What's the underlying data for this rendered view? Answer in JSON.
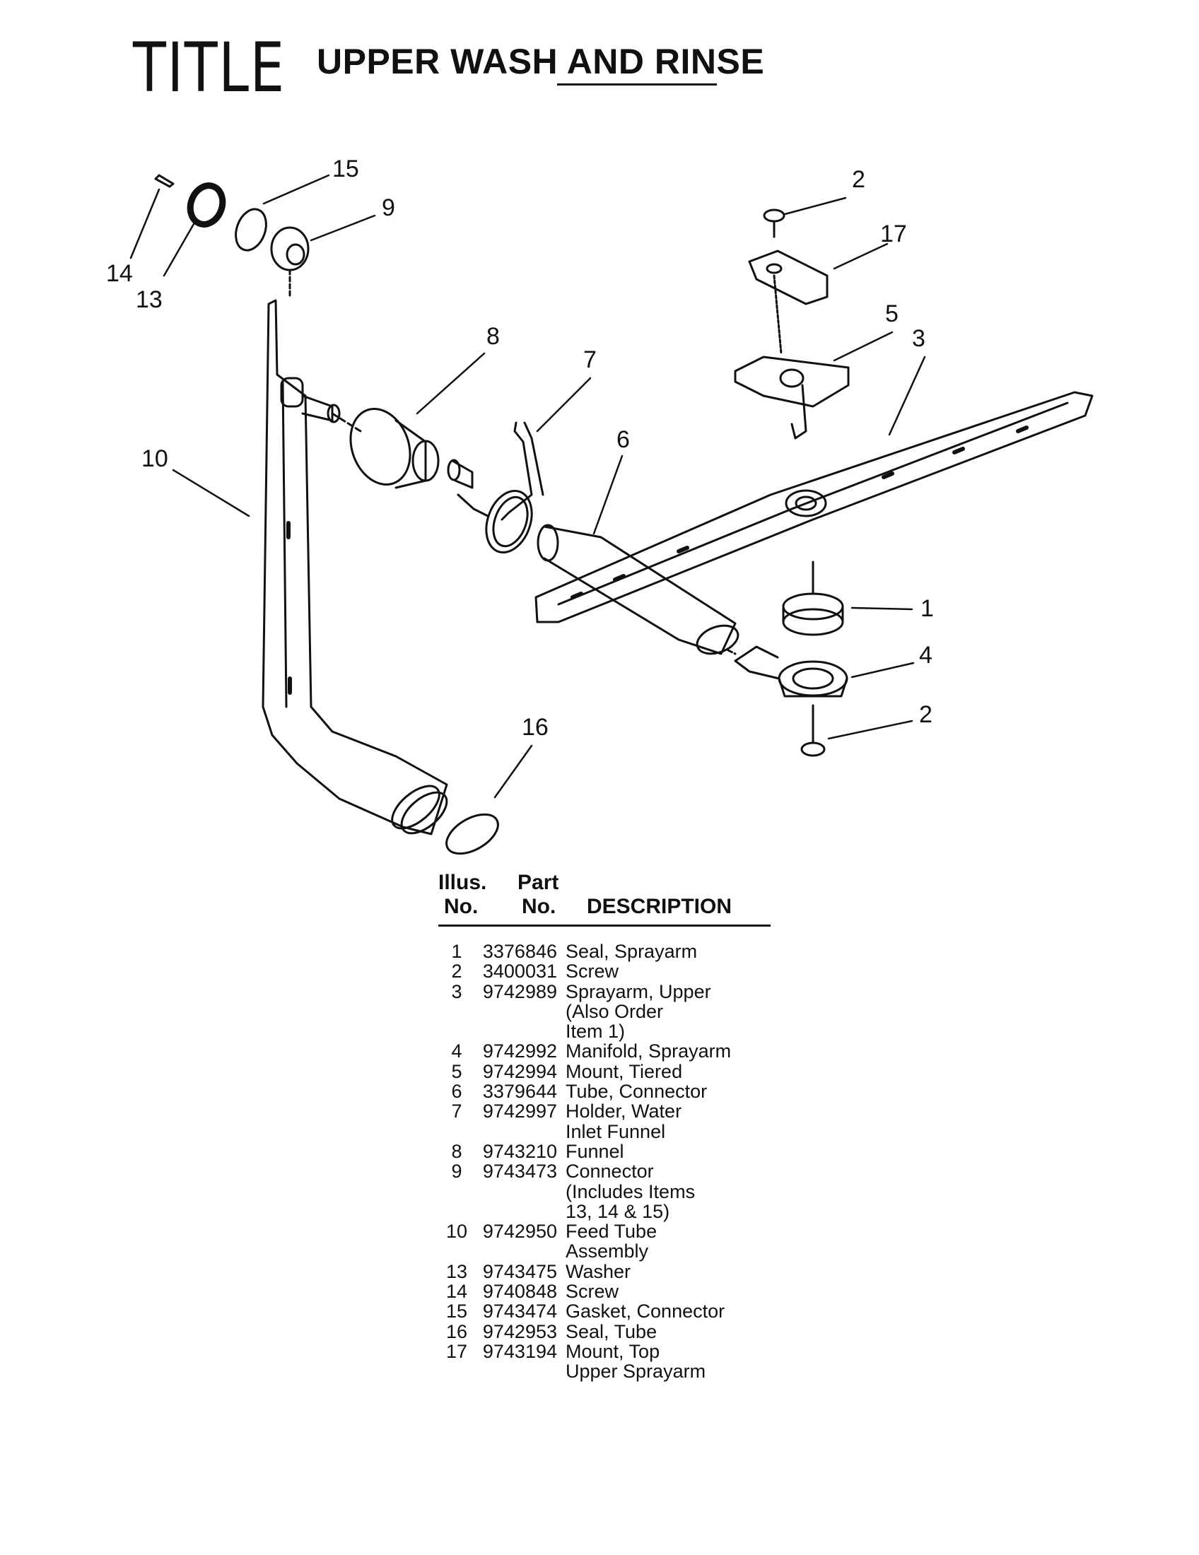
{
  "header": {
    "handwritten": "TITLE",
    "title": "UPPER WASH AND RINSE"
  },
  "callouts": [
    "15",
    "9",
    "14",
    "13",
    "2",
    "17",
    "5",
    "3",
    "8",
    "7",
    "6",
    "10",
    "1",
    "4",
    "2",
    "16"
  ],
  "table": {
    "col_illus": [
      "Illus.",
      "No."
    ],
    "col_part": [
      "Part",
      "No."
    ],
    "col_desc": "DESCRIPTION",
    "rows": [
      {
        "no": "1",
        "part": "3376846",
        "desc": [
          "Seal, Sprayarm"
        ]
      },
      {
        "no": "2",
        "part": "3400031",
        "desc": [
          "Screw"
        ]
      },
      {
        "no": "3",
        "part": "9742989",
        "desc": [
          "Sprayarm, Upper",
          "(Also Order",
          "Item 1)"
        ]
      },
      {
        "no": "4",
        "part": "9742992",
        "desc": [
          "Manifold, Sprayarm"
        ]
      },
      {
        "no": "5",
        "part": "9742994",
        "desc": [
          "Mount, Tiered"
        ]
      },
      {
        "no": "6",
        "part": "3379644",
        "desc": [
          "Tube, Connector"
        ]
      },
      {
        "no": "7",
        "part": "9742997",
        "desc": [
          "Holder, Water",
          "Inlet Funnel"
        ]
      },
      {
        "no": "8",
        "part": "9743210",
        "desc": [
          "Funnel"
        ]
      },
      {
        "no": "9",
        "part": "9743473",
        "desc": [
          "Connector",
          "(Includes Items",
          "13, 14 & 15)"
        ]
      },
      {
        "no": "10",
        "part": "9742950",
        "desc": [
          "Feed Tube",
          "Assembly"
        ]
      },
      {
        "no": "13",
        "part": "9743475",
        "desc": [
          "Washer"
        ]
      },
      {
        "no": "14",
        "part": "9740848",
        "desc": [
          "Screw"
        ]
      },
      {
        "no": "15",
        "part": "9743474",
        "desc": [
          "Gasket, Connector"
        ]
      },
      {
        "no": "16",
        "part": "9742953",
        "desc": [
          "Seal, Tube"
        ]
      },
      {
        "no": "17",
        "part": "9743194",
        "desc": [
          "Mount, Top",
          "Upper Sprayarm"
        ]
      }
    ]
  }
}
